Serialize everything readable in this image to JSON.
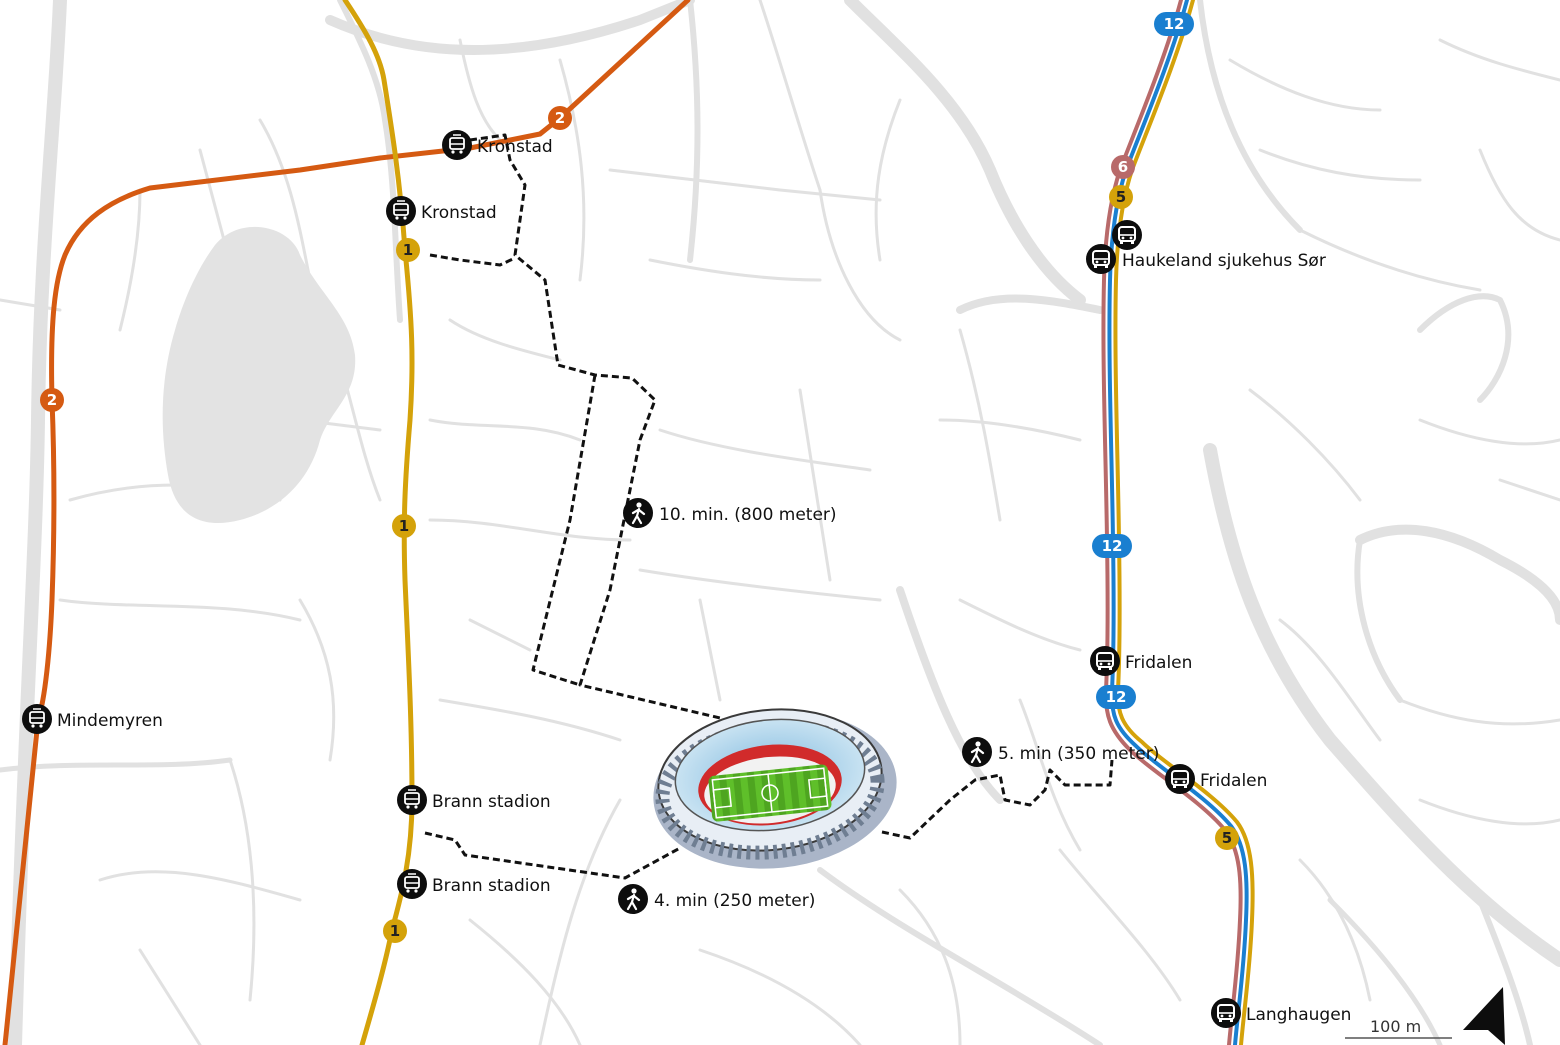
{
  "stops": {
    "kronstad_bybane": "Kronstad",
    "kronstad_bus": "Kronstad",
    "haukeland": "Haukeland sjukehus Sør",
    "fridalen_1": "Fridalen",
    "fridalen_2": "Fridalen",
    "mindemyren": "Mindemyren",
    "brann_1": "Brann stadion",
    "brann_2": "Brann stadion",
    "langhaugen": "Langhaugen"
  },
  "walks": {
    "north": "10. min. (800 meter)",
    "east": "5. min (350 meter)",
    "west": "4. min (250 meter)"
  },
  "lines": {
    "l1": {
      "label": "1",
      "color": "#d4a20a"
    },
    "l2": {
      "label": "2",
      "color": "#d55a12"
    },
    "l5": {
      "label": "5",
      "color": "#d4a20a"
    },
    "l6": {
      "label": "6",
      "color": "#b86a6a"
    },
    "l12": {
      "label": "12",
      "color": "#1a7fd0"
    }
  },
  "scale": {
    "label": "100 m"
  },
  "icons": {
    "tram": "tram-icon",
    "bus": "bus-icon",
    "walk": "pedestrian-icon",
    "stadium": "stadium-icon",
    "north": "north-arrow-icon"
  }
}
